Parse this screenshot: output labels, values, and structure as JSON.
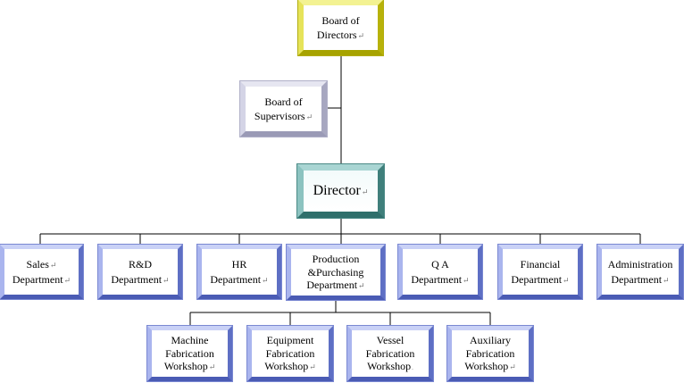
{
  "board_of_directors": {
    "line1": "Board of",
    "line2": "Directors"
  },
  "board_of_supervisors": {
    "line1": "Board of",
    "line2": "Supervisors"
  },
  "director": {
    "label": "Director"
  },
  "departments": [
    {
      "line1": "Sales",
      "line2": "Department"
    },
    {
      "line1": "R&D",
      "line2": "Department"
    },
    {
      "line1": "HR",
      "line2": "Department"
    },
    {
      "line1": "Production",
      "line2": "&Purchasing",
      "line3": "Department"
    },
    {
      "line1": "Q A",
      "line2": "Department"
    },
    {
      "line1": "Financial",
      "line2": "Department"
    },
    {
      "line1": "Administration",
      "line2": "Department"
    }
  ],
  "workshops": [
    {
      "line1": "Machine",
      "line2": "Fabrication",
      "line3": "Workshop"
    },
    {
      "line1": "Equipment",
      "line2": "Fabrication",
      "line3": "Workshop"
    },
    {
      "line1": "Vessel",
      "line2": "Fabrication",
      "line3": "Workshop"
    },
    {
      "line1": "Auxiliary",
      "line2": "Fabrication",
      "line3": "Workshop"
    }
  ],
  "paragraph_mark": "↵",
  "colors": {
    "yellow": "#d9d52a",
    "teal": "#5b9a96",
    "blue": "#7483d0",
    "grey": "#c8c8dc",
    "line": "#000000"
  }
}
